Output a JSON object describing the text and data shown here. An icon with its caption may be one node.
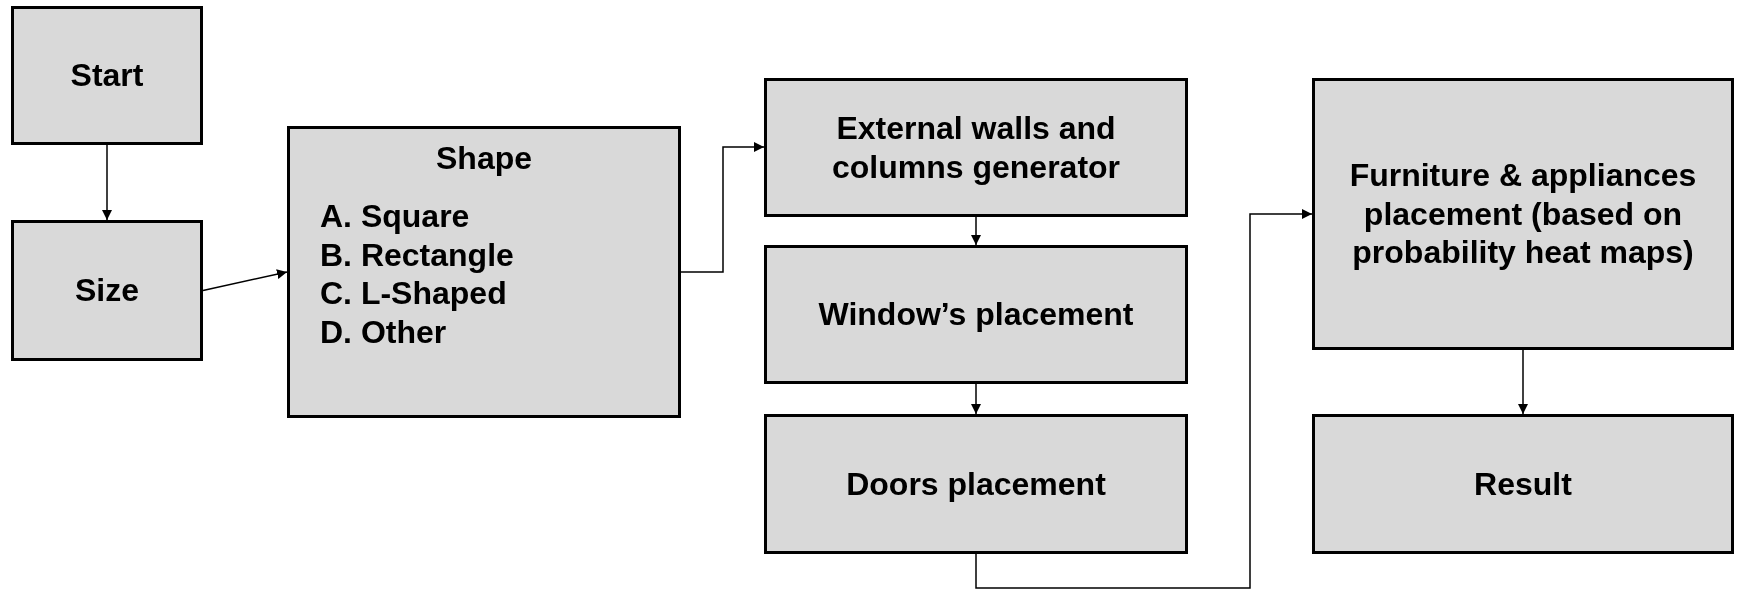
{
  "diagram": {
    "nodes": [
      {
        "text": [
          "Start"
        ]
      },
      {
        "text": [
          "Size"
        ]
      },
      {
        "text": [
          "Shape",
          "A. Square",
          "B. Rectangle",
          "C. L-Shaped",
          "D. Other"
        ]
      },
      {
        "text": [
          "External walls and columns generator"
        ]
      },
      {
        "text": [
          "Window’s placement"
        ]
      },
      {
        "text": [
          "Doors placement"
        ]
      },
      {
        "text": [
          "Furniture & appliances placement (based on probability heat maps)"
        ]
      },
      {
        "text": [
          "Result"
        ]
      }
    ],
    "edges": [
      {
        "from": 0,
        "to": 1,
        "arrow": "to"
      },
      {
        "from": 1,
        "to": 2,
        "arrow": "to"
      },
      {
        "from": 2,
        "to": 3,
        "arrow": "to"
      },
      {
        "from": 3,
        "to": 4,
        "arrow": "to"
      },
      {
        "from": 4,
        "to": 5,
        "arrow": "to"
      },
      {
        "from": 5,
        "to": 6,
        "arrow": "to"
      },
      {
        "from": 6,
        "to": 7,
        "arrow": "to"
      }
    ]
  }
}
